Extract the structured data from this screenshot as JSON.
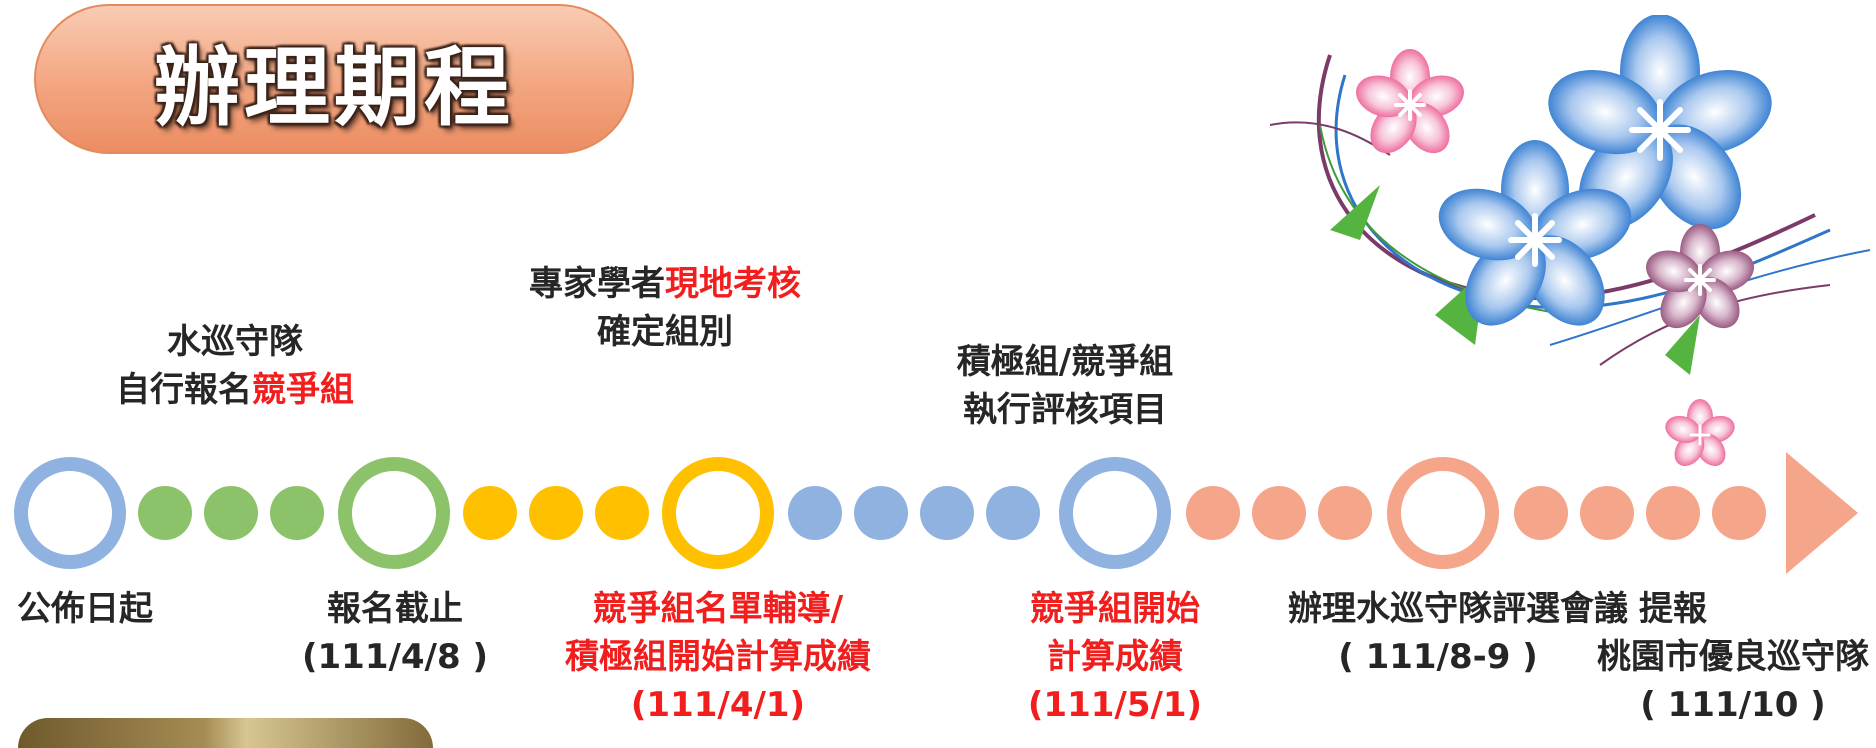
{
  "title": "辦理期程",
  "labels_above": {
    "register": {
      "line1": "水巡守隊",
      "line2_plain": "自行報名",
      "line2_red": "競爭組"
    },
    "inspection": {
      "line1_plain": "專家學者",
      "line1_red": "現地考核",
      "line2": "確定組別"
    },
    "evaluate": {
      "line1": "積極組/競爭組",
      "line2": "執行評核項目"
    }
  },
  "labels_below": {
    "announce": {
      "line1": "公佈日起"
    },
    "deadline": {
      "line1": "報名截止",
      "line2": "(111/4/8 )"
    },
    "coaching": {
      "line1": "競爭組名單輔導/",
      "line2": "積極組開始計算成績",
      "line3": "(111/4/1)"
    },
    "competitive_start": {
      "line1": "競爭組開始",
      "line2": "計算成績",
      "line3": "(111/5/1)"
    },
    "meeting": {
      "line1": "辦理水巡守隊評選會議",
      "line2": "( 111/8-9 )"
    },
    "report": {
      "line1": "提報",
      "line2": "桃園市優良巡守隊",
      "line3": "( 111/10 )"
    }
  },
  "colors": {
    "blue": "#8fb2e0",
    "green": "#8cc26a",
    "yellow": "#ffc000",
    "orange": "#f4a58a",
    "red_text": "#f21d1d",
    "title_fill": "#f3a57f"
  }
}
